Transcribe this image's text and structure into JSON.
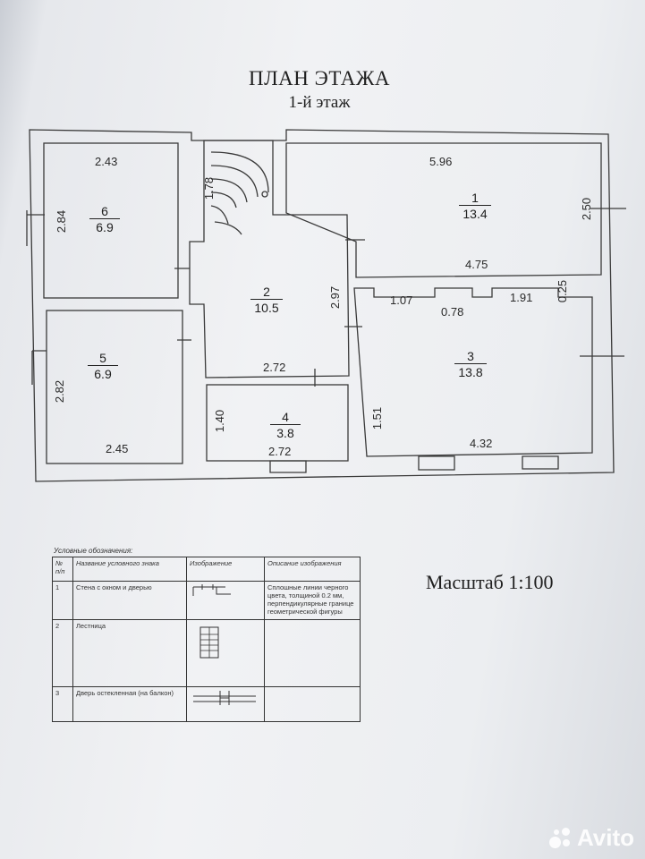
{
  "header": {
    "title": "ПЛАН ЭТАЖА",
    "subtitle": "1-й этаж"
  },
  "rooms": [
    {
      "num": "1",
      "area": "13.4"
    },
    {
      "num": "2",
      "area": "10.5"
    },
    {
      "num": "3",
      "area": "13.8"
    },
    {
      "num": "4",
      "area": "3.8"
    },
    {
      "num": "5",
      "area": "6.9"
    },
    {
      "num": "6",
      "area": "6.9"
    }
  ],
  "dimensions": {
    "r6_top": "2.43",
    "r6_side": "2.84",
    "r5_side": "2.82",
    "r5_bottom": "2.45",
    "stair": "1.78",
    "r2_side": "2.97",
    "r2_bottom": "2.72",
    "r4_side": "1.40",
    "r4_bottom": "2.72",
    "r1_top": "5.96",
    "r1_side": "2.50",
    "r1_bottom": "4.75",
    "r3_top_a": "1.07",
    "r3_top_b": "0.78",
    "r3_top_c": "1.91",
    "r3_corner": "0.25",
    "r3_side": "1.51",
    "r3_bottom": "4.32"
  },
  "scale": "Масштаб 1:100",
  "legend": {
    "caption": "Условные обозначения:",
    "headers": [
      "№ п/п",
      "Название условного знака",
      "Изображение",
      "Описание изображения"
    ],
    "rows": [
      {
        "num": "1",
        "name": "Стена с окном и дверью",
        "desc": "Сплошные линии черного цвета, толщиной 0.2 мм, перпендикулярные границе геометрической фигуры"
      },
      {
        "num": "2",
        "name": "Лестница",
        "desc": ""
      },
      {
        "num": "3",
        "name": "Дверь остекленная (на балкон)",
        "desc": ""
      }
    ]
  },
  "watermark": "Avito"
}
